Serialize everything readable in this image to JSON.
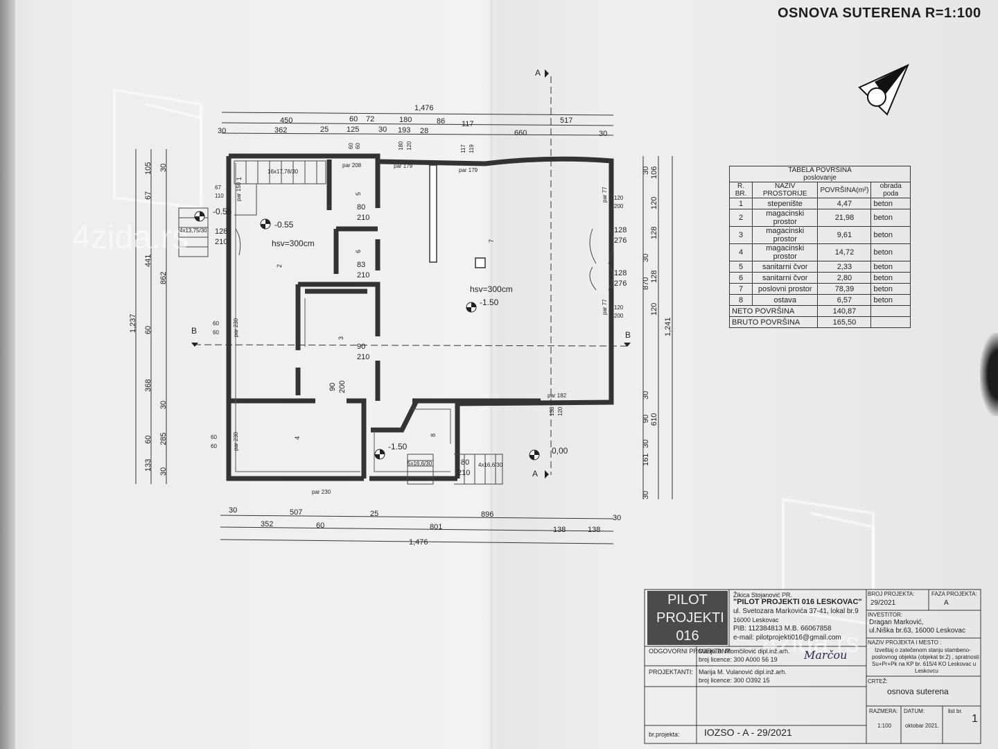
{
  "sheet": {
    "title": "OSNOVA SUTERENA R=1:100"
  },
  "watermarks": [
    {
      "text": "4zida.rs"
    },
    {
      "text": "4zida.rs"
    }
  ],
  "plan": {
    "top_dims_row1": [
      "1,476"
    ],
    "top_dims_row2": [
      "450",
      "60",
      "72",
      "180",
      "86",
      "117",
      "517"
    ],
    "top_dims_row3": [
      "30",
      "362",
      "25",
      "125",
      "30",
      "193",
      "28",
      "660",
      "30"
    ],
    "bottom_dims_row1": [
      "30",
      "507",
      "25",
      "896",
      "30"
    ],
    "bottom_dims_row2": [
      "352",
      "60",
      "801",
      "138",
      "138"
    ],
    "bottom_dims_row3": [
      "1,476"
    ],
    "left_dims": [
      "1,237",
      "441",
      "862",
      "368",
      "285",
      "133",
      "105",
      "67",
      "60",
      "30",
      "60",
      "30",
      "30"
    ],
    "right_dims": [
      "1,241",
      "870",
      "610",
      "106",
      "120",
      "128",
      "30",
      "128",
      "120",
      "30",
      "90",
      "30",
      "161",
      "30",
      "30"
    ],
    "room_labels": {
      "hsv1": "hsv=300cm",
      "hsv2": "hsv=300cm",
      "lvl_055a": "-0.55",
      "lvl_055b": "-0.55",
      "lvl_150a": "-1.50",
      "lvl_150b": "-1.50",
      "lvl_000": "0,00",
      "stairs1": "16x17,78/30",
      "stairs2": "5x16,6/30",
      "stairs3": "4x16,6/30",
      "stairs4": "4x13,75/30"
    },
    "door_labels": [
      "80",
      "210",
      "83",
      "210",
      "90",
      "210",
      "90",
      "200",
      "128",
      "210",
      "80",
      "210",
      "128",
      "276",
      "128",
      "276"
    ],
    "window_labels": [
      "par 208",
      "par 179",
      "par 179",
      "par 182",
      "par 230",
      "par 230",
      "par 230",
      "par 77",
      "par 77",
      "par 150"
    ],
    "small_dims": [
      "60",
      "60",
      "180",
      "120",
      "117",
      "119",
      "67",
      "110",
      "60",
      "60",
      "60",
      "60",
      "120",
      "200",
      "120",
      "200",
      "138",
      "120"
    ],
    "section_marks": {
      "a": "A",
      "b": "B"
    },
    "room_numbers": [
      "1",
      "2",
      "3",
      "4",
      "5",
      "6",
      "7",
      "8"
    ]
  },
  "area_table": {
    "caption": "TABELA POVRŠINA",
    "subcaption": "poslovanje",
    "headers": [
      "R. BR.",
      "NAZIV PROSTORIJE",
      "POVRŠINA(m²)",
      "obrada poda"
    ],
    "rows": [
      [
        "1",
        "stepenište",
        "4,47",
        "beton"
      ],
      [
        "2",
        "magacinski prostor",
        "21,98",
        "beton"
      ],
      [
        "3",
        "magacinski prostor",
        "9,61",
        "beton"
      ],
      [
        "4",
        "magacinski prostor",
        "14,72",
        "beton"
      ],
      [
        "5",
        "sanitarni čvor",
        "2,33",
        "beton"
      ],
      [
        "6",
        "sanitarni čvor",
        "2,80",
        "beton"
      ],
      [
        "7",
        "poslovni prostor",
        "78,39",
        "beton"
      ],
      [
        "8",
        "ostava",
        "6,57",
        "beton"
      ]
    ],
    "neto_label": "NETO POVRŠINA",
    "neto_value": "140,87",
    "bruto_label": "BRUTO POVRŠINA",
    "bruto_value": "165,50"
  },
  "title_block": {
    "logo": "PILOT PROJEKTI 016",
    "company_line1": "Žikica Stojanović PR.",
    "company_line2": "\"PILOT PROJEKTI 016 LESKOVAC\"",
    "company_line3": "ul. Svetozara Markovića 37-41, lokal br.9",
    "company_line4": "16000 Leskovac",
    "company_line5": "PIB: 112384813 M.B. 66067858",
    "company_line6": "e-mail: pilotprojekti016@gmail.com",
    "broj_projekta_label": "BROJ PROJEKTA:",
    "broj_projekta_value": "29/2021",
    "faza_label": "FAZA PROJEKTA:",
    "faza_value": "A",
    "investitor_label": "INVESTITOR:",
    "investitor_value1": "Dragan Marković,",
    "investitor_value2": "ul.Niška br.63, 16000 Leskovac",
    "naziv_label": "NAZIV PROJEKTA I MESTO :",
    "naziv_value1": "Izveštaj o zatečenom stanju stambeno-",
    "naziv_value2": "poslovnog objekta (objekat br.2) , spratnosti",
    "naziv_value3": "Su+Pr+Pk na KP br. 615/4 KO Leskovac u",
    "naziv_value4": "Leskovcu",
    "odgovorni_label": "ODGOVORNI PROJEKTANT:",
    "odgovorni_value1": "Marija D. Momčilović dipl.inž.arh.",
    "odgovorni_value2": "broj licence: 300 A000 56 19",
    "projektanti_label": "PROJEKTANTI:",
    "projektanti_value1": "Marija M. Vulanović dipl.inž.arh.",
    "projektanti_value2": "broj licence: 300 O392 15",
    "crtez_label": "CRTEŽ:",
    "crtez_value": "osnova suterena",
    "razmera_label": "RAZMERA:",
    "razmera_value": "1:100",
    "datum_label": "DATUM:",
    "datum_value": "oktobar 2021.",
    "list_label": "list br.",
    "list_value": "1",
    "br_projekta_label": "br.projekta:",
    "br_projekta_value": "IOZSO - A - 29/2021"
  }
}
